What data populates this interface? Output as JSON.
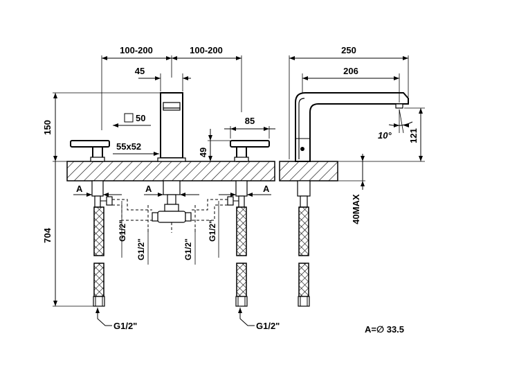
{
  "front_view": {
    "dim_spacing_left": "100-200",
    "dim_spacing_right": "100-200",
    "dim_spout_width": "45",
    "dim_height_above_deck": "150",
    "dim_square_base": "50",
    "dim_base_size": "55x52",
    "dim_handle_width": "85",
    "dim_handle_height": "49",
    "dim_below_deck": "704",
    "section_mark": "A",
    "thread_left": "G1/2\"",
    "thread_center_left": "G1/2\"",
    "thread_center_right": "G1/2\"",
    "thread_right": "G1/2\"",
    "thread_hose_left": "G1/2\"",
    "thread_hose_right": "G1/2\""
  },
  "side_view": {
    "dim_total_depth": "250",
    "dim_spout_reach": "206",
    "dim_spout_height": "121",
    "dim_angle": "10°",
    "dim_deck_max": "40MAX"
  },
  "notes": {
    "hole_diameter": "A=∅ 33.5"
  }
}
